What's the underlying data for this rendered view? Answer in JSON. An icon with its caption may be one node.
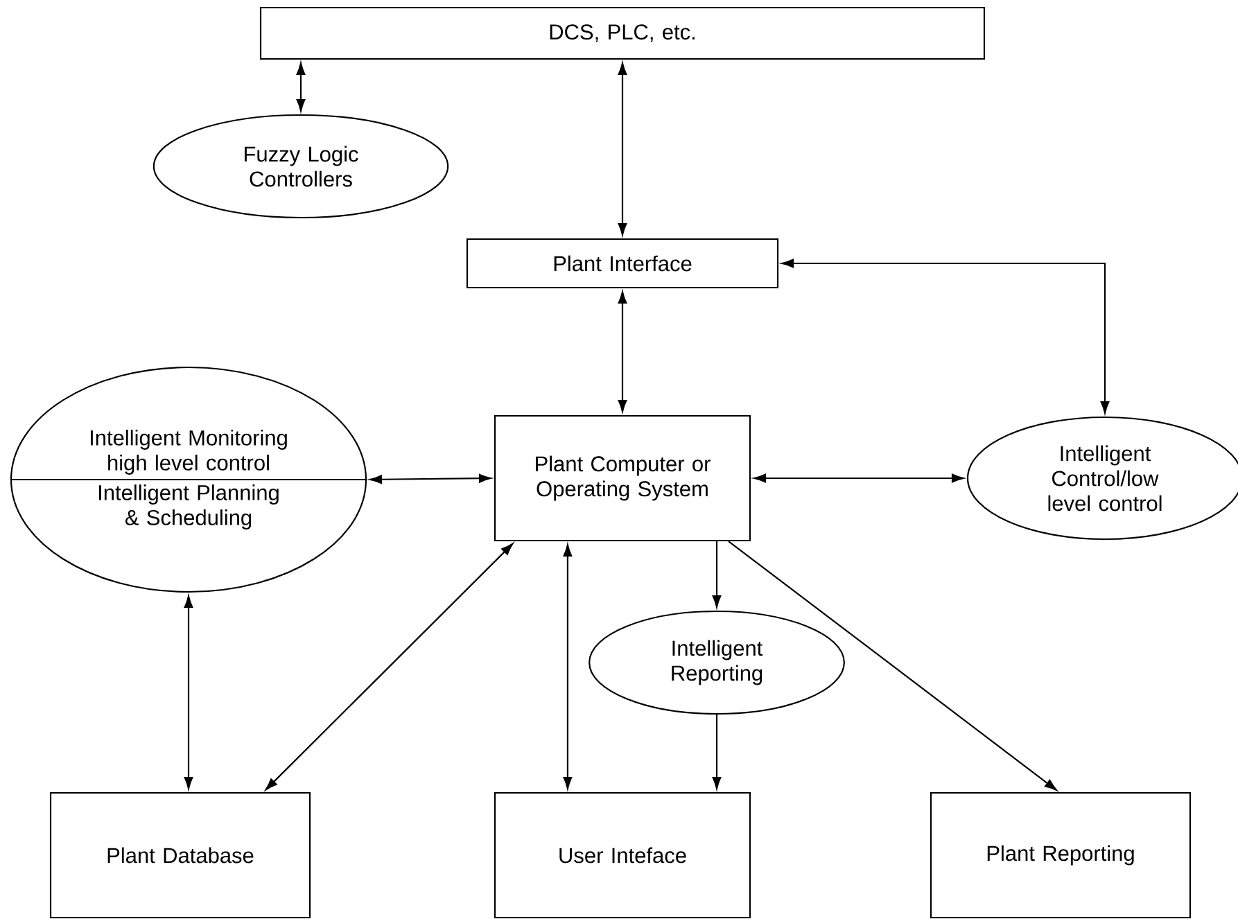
{
  "diagram": {
    "nodes": [
      {
        "text": [
          "DCS, PLC, etc."
        ]
      },
      {
        "text": [
          "Fuzzy Logic Controllers"
        ]
      },
      {
        "text": [
          "Plant Interface"
        ]
      },
      {
        "text": [
          "Intelligent Monitoring high level control",
          "Intelligent Planning & Scheduling"
        ]
      },
      {
        "text": [
          "Plant Computer or Operating System"
        ]
      },
      {
        "text": [
          "Intelligent Control/low level control"
        ]
      },
      {
        "text": [
          "Intelligent Reporting"
        ]
      },
      {
        "text": [
          "Plant Database"
        ]
      },
      {
        "text": [
          "User Inteface"
        ]
      },
      {
        "text": [
          "Plant Reporting"
        ]
      }
    ],
    "edges": [
      {
        "from": 0,
        "to": 1,
        "arrow": "both"
      },
      {
        "from": 0,
        "to": 2,
        "arrow": "both"
      },
      {
        "from": 2,
        "to": 5,
        "arrow": "both"
      },
      {
        "from": 2,
        "to": 4,
        "arrow": "both"
      },
      {
        "from": 3,
        "to": 4,
        "arrow": "both"
      },
      {
        "from": 4,
        "to": 5,
        "arrow": "both"
      },
      {
        "from": 3,
        "to": 7,
        "arrow": "both"
      },
      {
        "from": 4,
        "to": 7,
        "arrow": "both"
      },
      {
        "from": 4,
        "to": 8,
        "arrow": "both"
      },
      {
        "from": 4,
        "to": 6,
        "arrow": "to"
      },
      {
        "from": 6,
        "to": 8,
        "arrow": "to"
      },
      {
        "from": 4,
        "to": 9,
        "arrow": "to"
      }
    ]
  }
}
